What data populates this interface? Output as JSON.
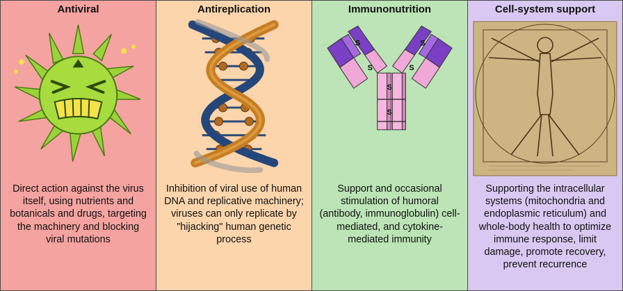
{
  "colors": {
    "antiviral_bg": "#f4a3a0",
    "antireplication_bg": "#fcd5ac",
    "immunonutrition_bg": "#bce4b6",
    "cell_system_bg": "#d9c8f2"
  },
  "panels": [
    {
      "title": "Antiviral",
      "description": "Direct action against the virus itself, using nutrients and botanicals and drugs, targeting the machinery and blocking viral mutations",
      "icon": "angry-virus-icon"
    },
    {
      "title": "Antireplication",
      "description": "Inhibition of viral use of human DNA and replicative machinery; viruses can only replicate by \"hijacking\" human genetic process",
      "icon": "dna-double-helix-icon"
    },
    {
      "title": "Immunonutrition",
      "description": "Support and occasional stimulation of humoral (antibody, immunoglobulin) cell-mediated, and cytokine-mediated immunity",
      "icon": "antibody-icon",
      "bond_label": "S"
    },
    {
      "title": "Cell-system support",
      "description": "Supporting the intracellular systems (mitochondria and endoplasmic reticulum) and whole-body health to optimize immune response, limit damage, promote recovery, prevent recurrence",
      "icon": "vitruvian-man-icon"
    }
  ]
}
